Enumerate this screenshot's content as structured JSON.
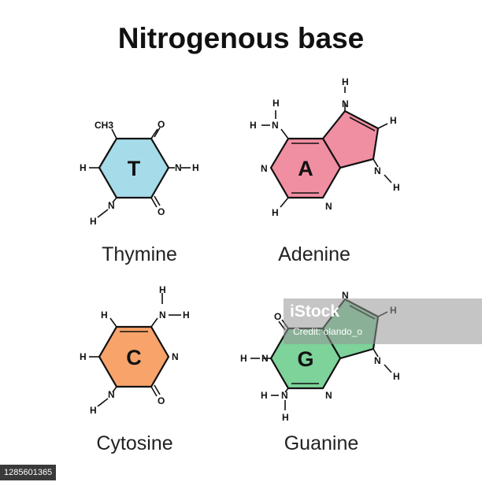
{
  "title": "Nitrogenous base",
  "bases": {
    "thymine": {
      "name": "Thymine",
      "letter": "T",
      "color": "#a6dbe9",
      "atoms": {
        "ch3": "CH3",
        "o_top": "O",
        "h_left": "H",
        "n_right": "N",
        "h_right": "H",
        "n_bottom": "N",
        "h_bottom": "H",
        "o_bottom": "O"
      }
    },
    "adenine": {
      "name": "Adenine",
      "letter": "A",
      "color": "#f08ea2",
      "atoms": {
        "h_amino_top": "H",
        "h_amino_left": "H",
        "n_amino": "N",
        "n_ring_left": "N",
        "h_bottom": "H",
        "n_ring_bottom": "N",
        "h_top": "H",
        "n_top": "N",
        "h_imid": "H",
        "n_imid": "N",
        "h_nh": "H"
      }
    },
    "cytosine": {
      "name": "Cytosine",
      "letter": "C",
      "color": "#f7a36a",
      "atoms": {
        "h_amino_top": "H",
        "n_amino": "N",
        "h_amino_right": "H",
        "h_top": "H",
        "h_left": "H",
        "n_ring_right": "N",
        "n_bottom": "N",
        "h_bottom": "H",
        "o_bottom": "O"
      }
    },
    "guanine": {
      "name": "Guanine",
      "letter": "G",
      "color": "#7dd39a",
      "atoms": {
        "o_top": "O",
        "n_top": "N",
        "h_imid": "H",
        "h_left": "H",
        "n_left": "N",
        "n_imid": "N",
        "h_nh": "H",
        "h_amino_left": "H",
        "n_amino": "N",
        "h_amino_bottom": "H",
        "n_ring_bottom": "N"
      }
    }
  },
  "watermark": {
    "logo": "iStock",
    "credit": "Credit: olando_o"
  },
  "stock_id": "1285601365"
}
